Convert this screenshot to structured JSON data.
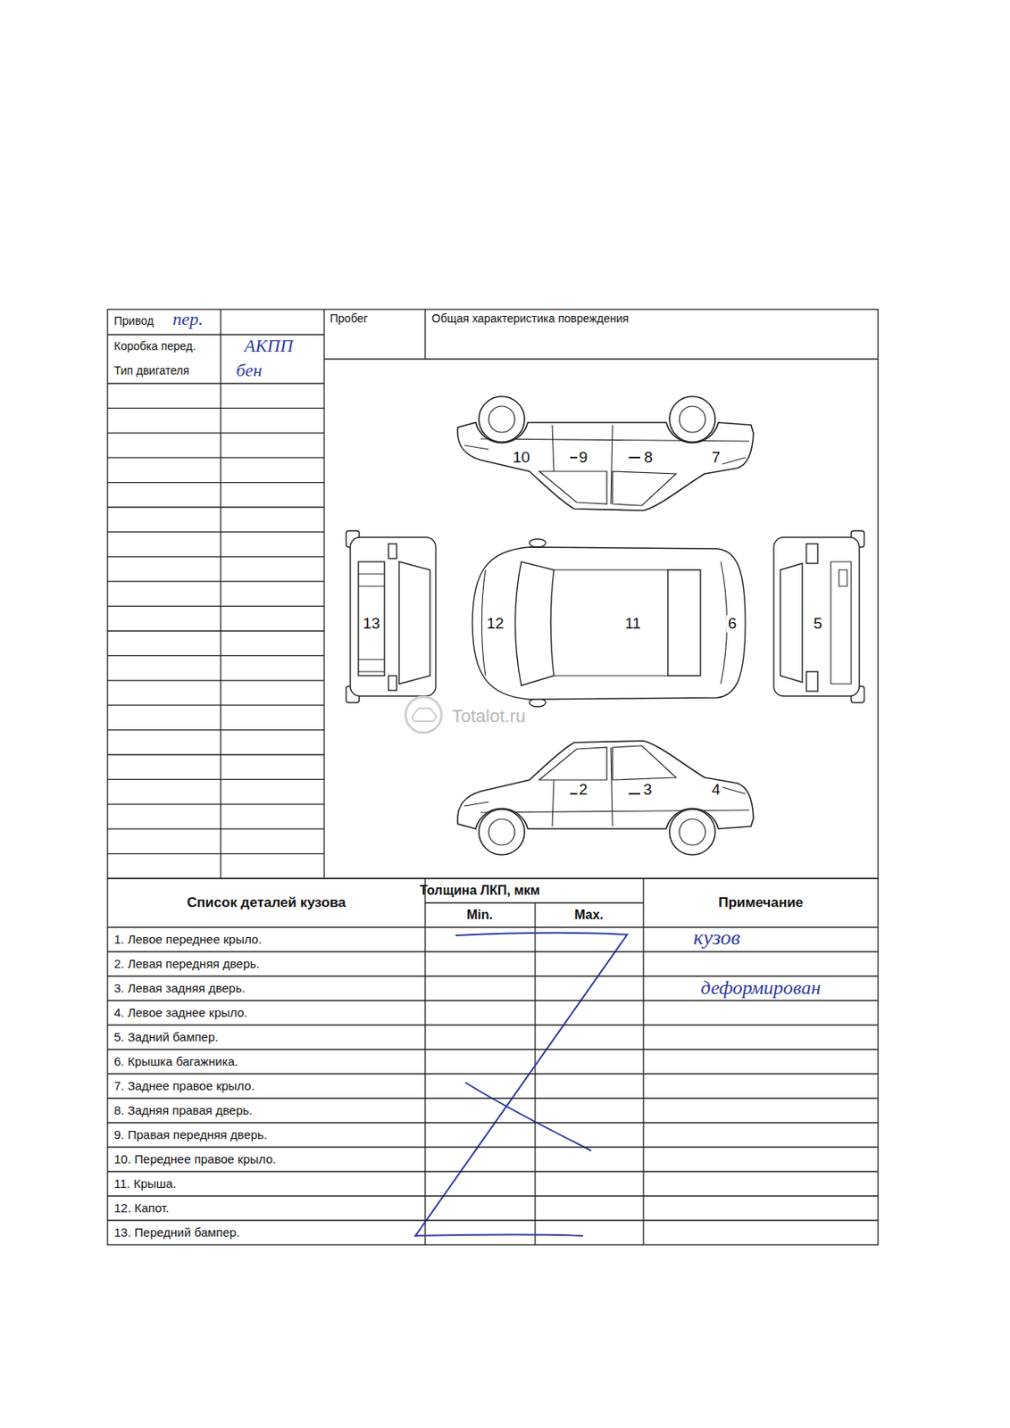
{
  "diagram": {
    "labels": [
      "Привод",
      "пер.",
      "Пробег",
      "Общая характеристика повреждения",
      "Коробка перед.",
      "АКПП",
      "Тип двигателя",
      "бен",
      "10",
      "9",
      "8",
      "7",
      "13",
      "12",
      "11",
      "6",
      "5",
      "2",
      "3",
      "4",
      "Totalot.ru",
      "Список деталей кузова",
      "Толщина ЛКП, мкм",
      "Min.",
      "Max.",
      "Примечание",
      "1. Левое переднее крыло.",
      "2. Левая передняя дверь.",
      "3. Левая задняя дверь.",
      "4. Левое заднее крыло.",
      "5. Задний бампер.",
      "6. Крышка багажника.",
      "7. Заднее правое крыло.",
      "8. Задняя правая дверь.",
      "9. Правая передняя дверь.",
      "10. Переднее правое крыло.",
      "11. Крыша.",
      "12. Капот.",
      "13. Передний бампер.",
      "кузов",
      "деформирован"
    ]
  }
}
